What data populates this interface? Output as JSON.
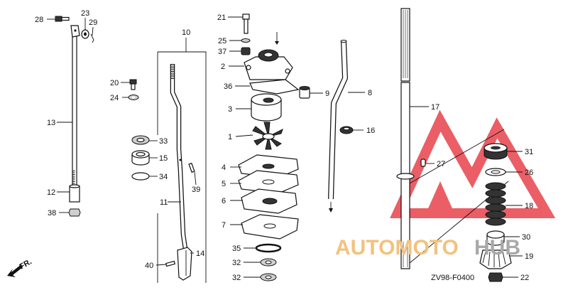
{
  "diagram_code": "ZV98-F0400",
  "direction_label": "FR.",
  "watermark": {
    "word1": "AUTOMOTO",
    "word2": "HUB",
    "color1": "#f2c27e",
    "color2": "#a9a9a9",
    "logo_color": "#e8434b"
  },
  "callouts": [
    "28",
    "23",
    "29",
    "13",
    "12",
    "38",
    "10",
    "11",
    "33",
    "15",
    "34",
    "39",
    "20",
    "24",
    "14",
    "40",
    "21",
    "25",
    "37",
    "2",
    "36",
    "3",
    "1",
    "4",
    "5",
    "6",
    "7",
    "35",
    "32",
    "32b",
    "9",
    "8",
    "16",
    "17",
    "27",
    "31",
    "26",
    "18",
    "30",
    "19",
    "22"
  ],
  "callout_text": {
    "28": "28",
    "23": "23",
    "29": "29",
    "13": "13",
    "12": "12",
    "38": "38",
    "10": "10",
    "11": "11",
    "33": "33",
    "15": "15",
    "34": "34",
    "39": "39",
    "20": "20",
    "24": "24",
    "14": "14",
    "40": "40",
    "21": "21",
    "25": "25",
    "37": "37",
    "2": "2",
    "36": "36",
    "3": "3",
    "1": "1",
    "4": "4",
    "5": "5",
    "6": "6",
    "7": "7",
    "35": "35",
    "32": "32",
    "32b": "32",
    "9": "9",
    "8": "8",
    "16": "16",
    "17": "17",
    "27": "27",
    "31": "31",
    "26": "26",
    "18": "18",
    "30": "30",
    "19": "19",
    "22": "22"
  }
}
